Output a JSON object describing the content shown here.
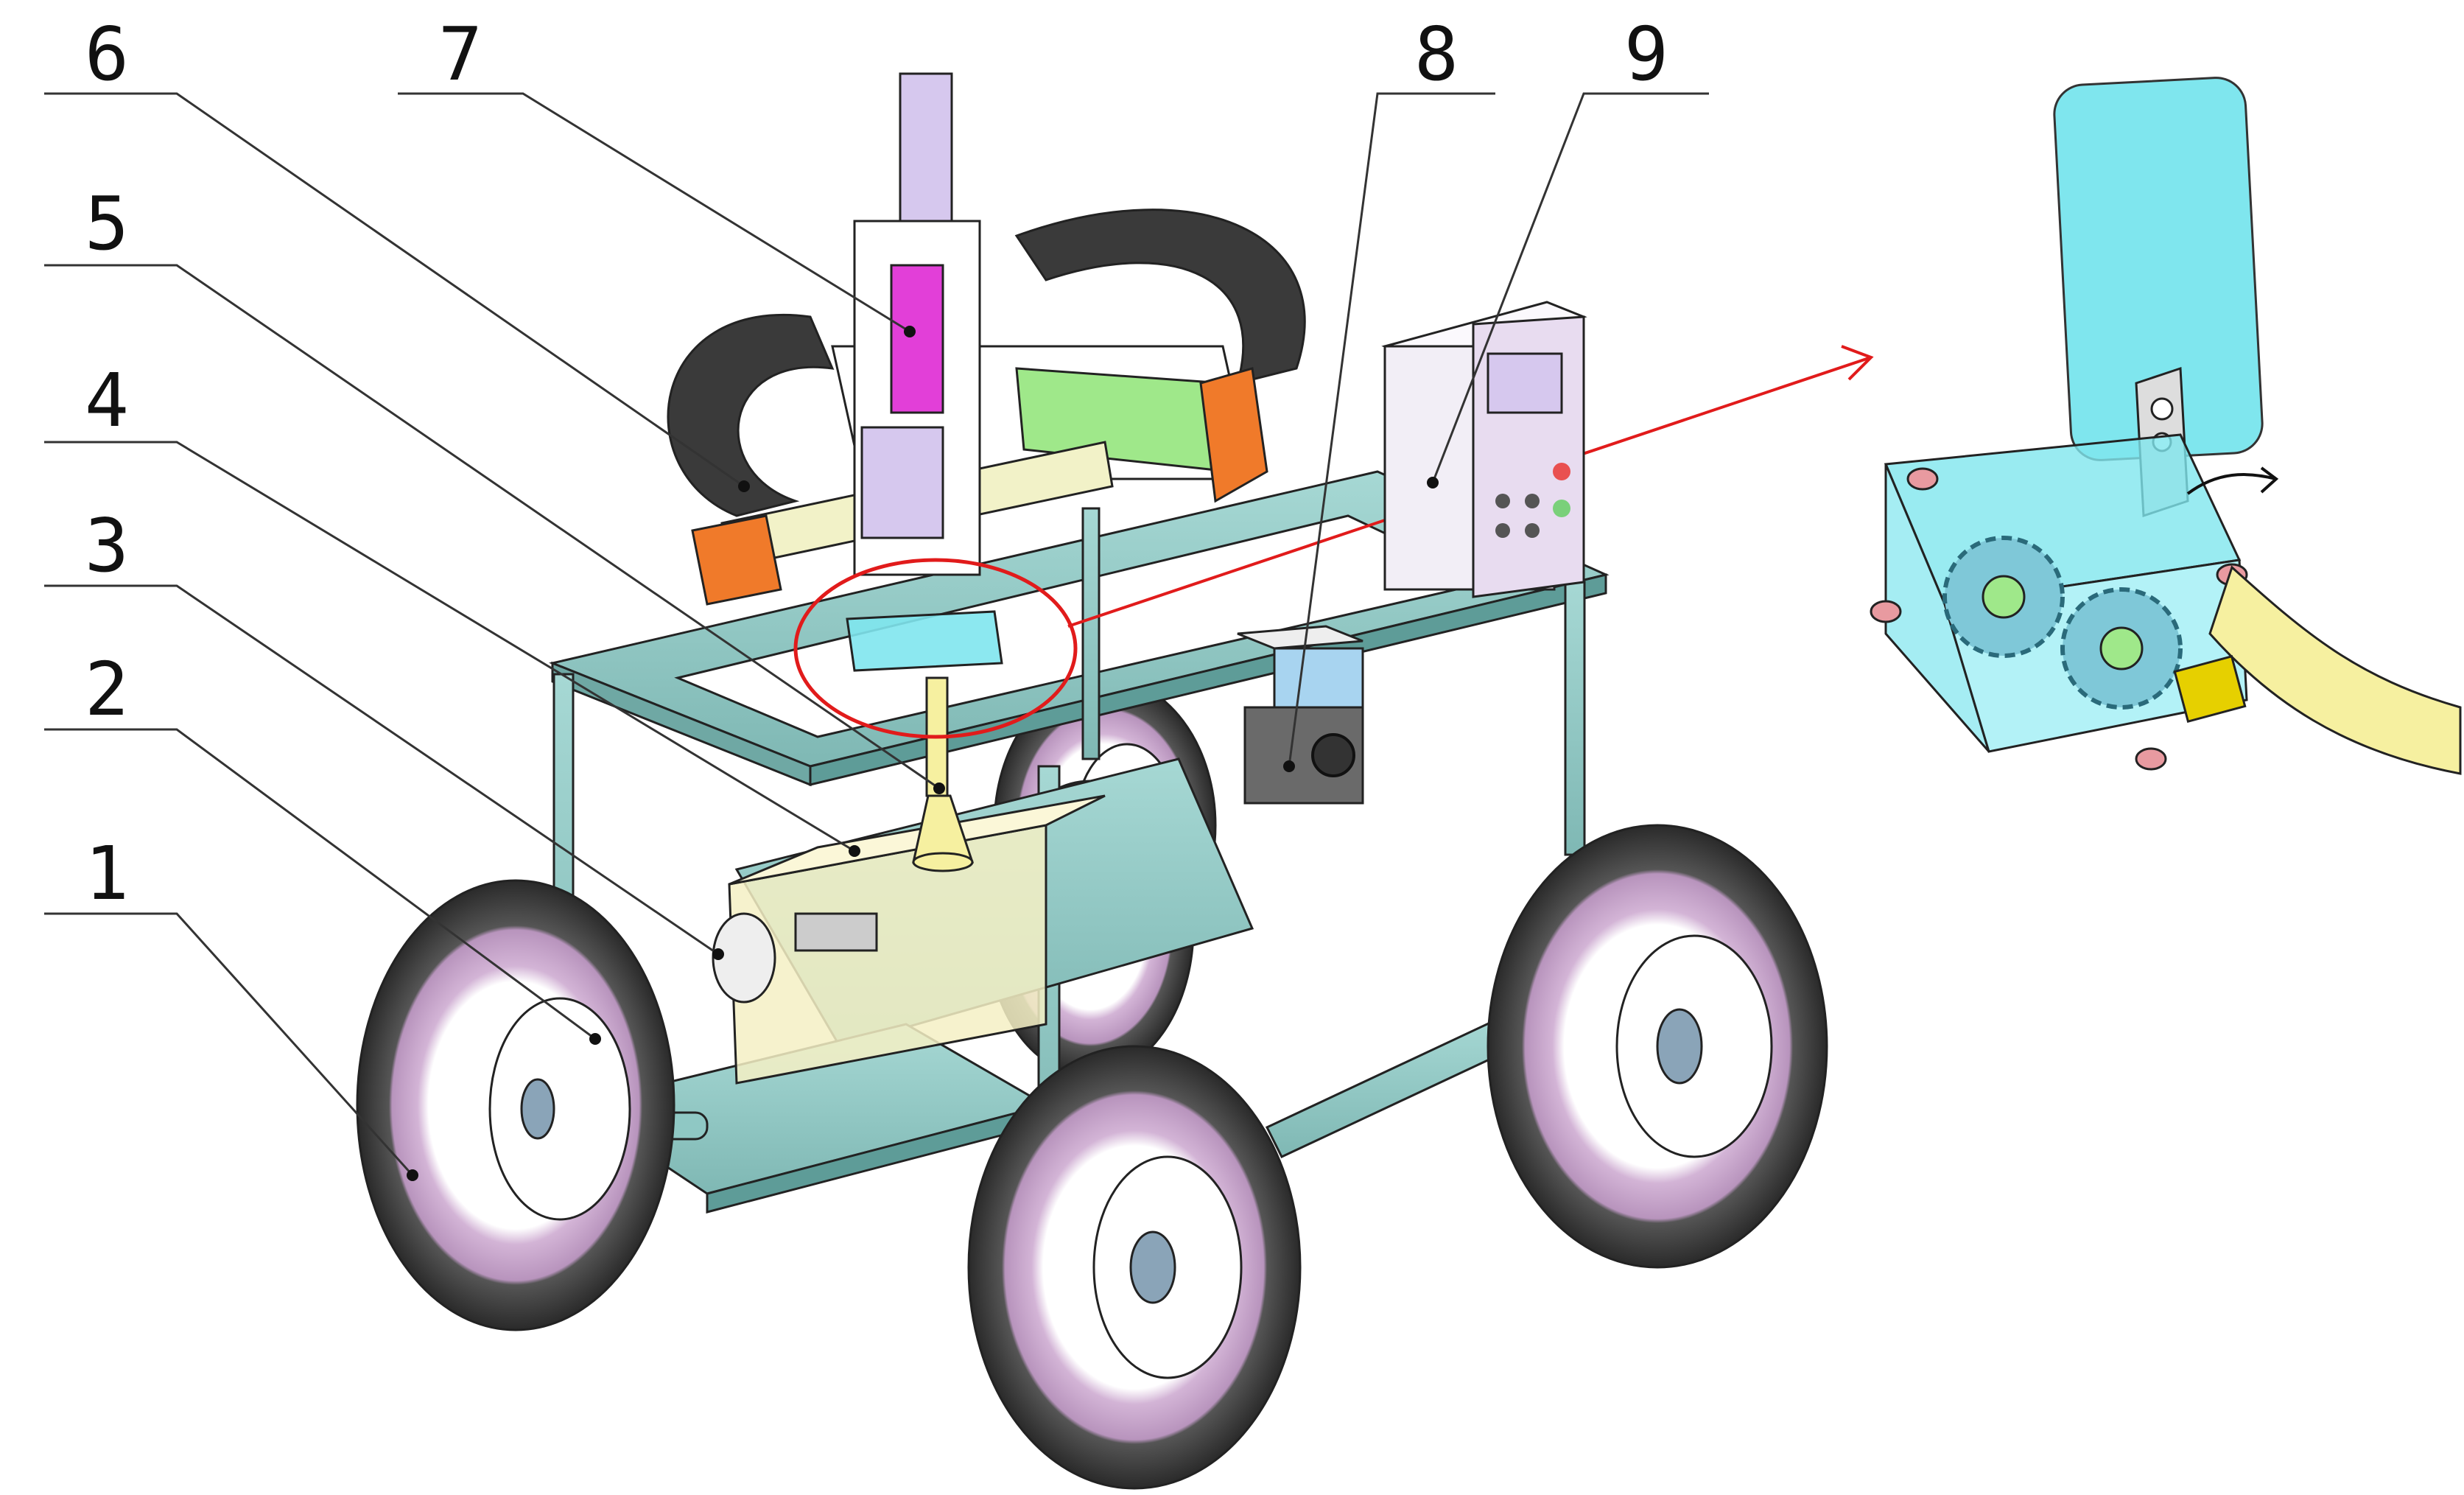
{
  "figure": {
    "part_labels": [
      "1",
      "2",
      "3",
      "4",
      "5",
      "6",
      "7",
      "8",
      "9"
    ]
  },
  "colors": {
    "frame": "#8fc8c4",
    "frame_dark": "#5e9c98",
    "tire": "#c8a0c8",
    "tire_dark": "#3c3c3c",
    "rim": "#ffffff",
    "hub": "#8aa4b8",
    "chain": "#3a3a3a",
    "rail_green": "#9fe88a",
    "orange": "#f07a2a",
    "magenta": "#e23fd8",
    "lavender": "#d6c8ee",
    "tank": "#f4f0c4",
    "cabinet": "#f2eef6",
    "camera": "#6a6a6a",
    "cyan": "#7fe6ee",
    "gear": "#7fc8d8",
    "hose": "#f6f0a0",
    "highlight": "#e11b1b"
  },
  "icons": {
    "arrow": "curved-arrow-icon"
  }
}
